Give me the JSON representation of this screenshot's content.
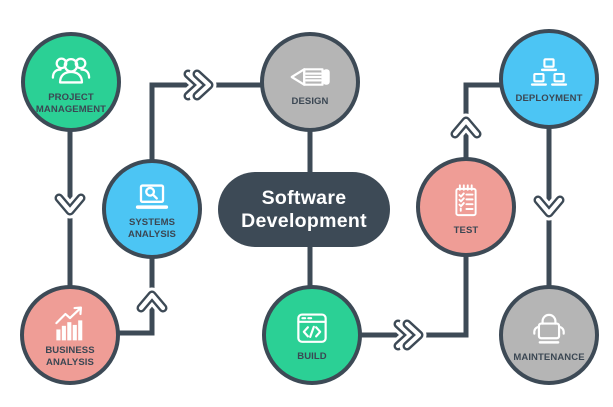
{
  "title": {
    "text": "Software Development"
  },
  "colors": {
    "green": "#2bd095",
    "pink": "#ef9d96",
    "blue": "#4cc5f4",
    "gray": "#b5b5b5",
    "dark_slate": "#3d4a56",
    "icon": "#ffffff",
    "label_text": "#3b4753",
    "background": "#ffffff"
  },
  "nodes": [
    {
      "id": "project-management",
      "label": "PROJECT MANAGEMENT",
      "color": "green",
      "icon": "team-icon"
    },
    {
      "id": "business-analysis",
      "label": "BUSINESS ANALYSIS",
      "color": "pink",
      "icon": "growth-chart-icon"
    },
    {
      "id": "systems-analysis",
      "label": "SYSTEMS ANALYSIS",
      "color": "blue",
      "icon": "laptop-search-icon"
    },
    {
      "id": "design",
      "label": "DESIGN",
      "color": "gray",
      "icon": "pencil-icon"
    },
    {
      "id": "build",
      "label": "BUILD",
      "color": "green",
      "icon": "code-window-icon"
    },
    {
      "id": "test",
      "label": "TEST",
      "color": "pink",
      "icon": "checklist-icon"
    },
    {
      "id": "deployment",
      "label": "DEPLOYMENT",
      "color": "blue",
      "icon": "network-icon"
    },
    {
      "id": "maintenance",
      "label": "MAINTENANCE",
      "color": "gray",
      "icon": "toolbox-icon"
    }
  ],
  "connections": [
    {
      "from": "PROJECT MANAGEMENT",
      "to": "BUSINESS ANALYSIS",
      "arrow": "single-chevron-down"
    },
    {
      "from": "BUSINESS ANALYSIS",
      "to": "SYSTEMS ANALYSIS",
      "arrow": "single-chevron-up"
    },
    {
      "from": "SYSTEMS ANALYSIS",
      "to": "DESIGN",
      "arrow": "double-chevron-right"
    },
    {
      "from": "DESIGN",
      "to": "SOFTWARE DEVELOPMENT",
      "arrow": "plain-line"
    },
    {
      "from": "SOFTWARE DEVELOPMENT",
      "to": "BUILD",
      "arrow": "plain-line"
    },
    {
      "from": "BUILD",
      "to": "TEST",
      "arrow": "double-chevron-right"
    },
    {
      "from": "TEST",
      "to": "DEPLOYMENT",
      "arrow": "single-chevron-up"
    },
    {
      "from": "DEPLOYMENT",
      "to": "MAINTENANCE",
      "arrow": "single-chevron-down"
    }
  ]
}
